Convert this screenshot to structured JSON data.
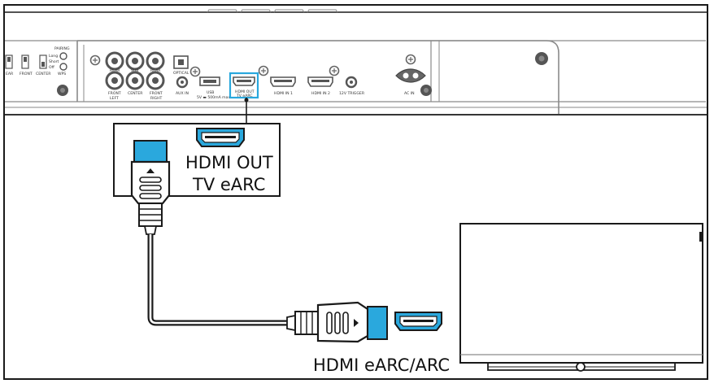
{
  "callout": {
    "line1": "HDMI OUT",
    "line2": "TV eARC"
  },
  "tv_port_label": "HDMI eARC/ARC",
  "panel_labels": {
    "pairing": "PAIRING",
    "long": "Long",
    "short": "Short",
    "off": "Off",
    "wps": "WPS",
    "rear_cut": "EAR",
    "front": "FRONT",
    "center": "CENTER",
    "rca_rear_l": "REAR",
    "rca_sub": "SUB",
    "rca_rear_r": "REAR",
    "rca_front_l": "FRONT",
    "rca_center": "CENTER",
    "rca_front_r": "FRONT",
    "rca_left": "LEFT",
    "rca_right": "RIGHT",
    "optical": "OPTICAL",
    "aux_in": "AUX IN",
    "usb": "USB",
    "usb_sub": "5V ▬ 500mA max",
    "hdmi_out": "HDMI OUT",
    "hdmi_out_sub": "TV eARC",
    "hdmi_in1": "HDMI IN 1",
    "hdmi_in2": "HDMI IN 2",
    "trigger": "12V TRIGGER",
    "ac_in": "AC IN"
  },
  "colors": {
    "cyan": "#2aa8dd",
    "cyan_dark": "#1276a8",
    "line": "#1a1a1a",
    "panel_gray": "#8a8a8a"
  },
  "icons": [
    "hdmi-port-icon",
    "hdmi-plug-icon",
    "tv-icon",
    "rca-jack-icon",
    "screw-icon"
  ]
}
